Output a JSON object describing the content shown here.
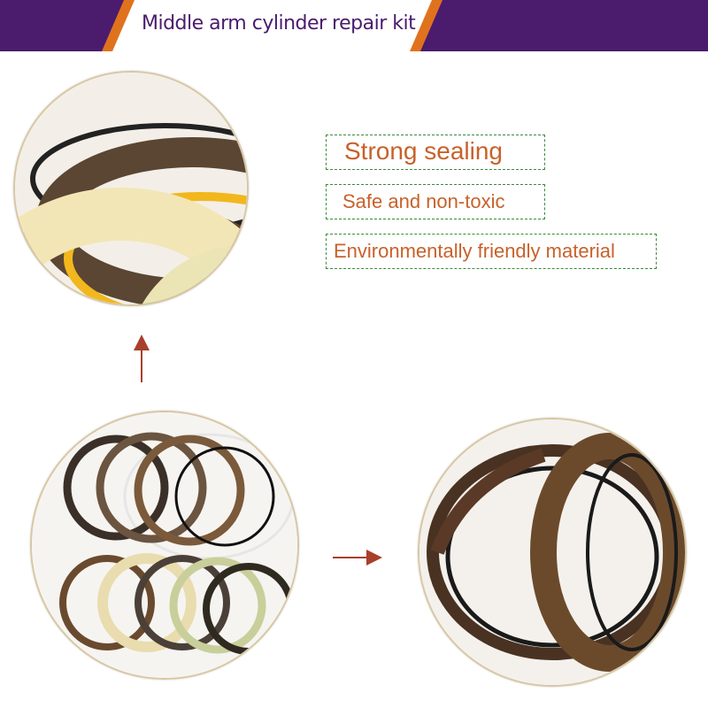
{
  "banner": {
    "title": "Middle arm cylinder repair kit",
    "colors": {
      "purple": "#4b1b6e",
      "orange": "#e0721e"
    }
  },
  "features": [
    {
      "text": "Strong sealing"
    },
    {
      "text": "Safe and non-toxic"
    },
    {
      "text": "Environmentally friendly material"
    }
  ],
  "images": {
    "closeup_top": "seal-ring-closeup",
    "full_kit": "seal-kit-overview",
    "closeup_right": "seal-ring-detail"
  },
  "arrows": {
    "up": "arrow-up-icon",
    "right": "arrow-right-icon",
    "color": "#a8402c"
  }
}
